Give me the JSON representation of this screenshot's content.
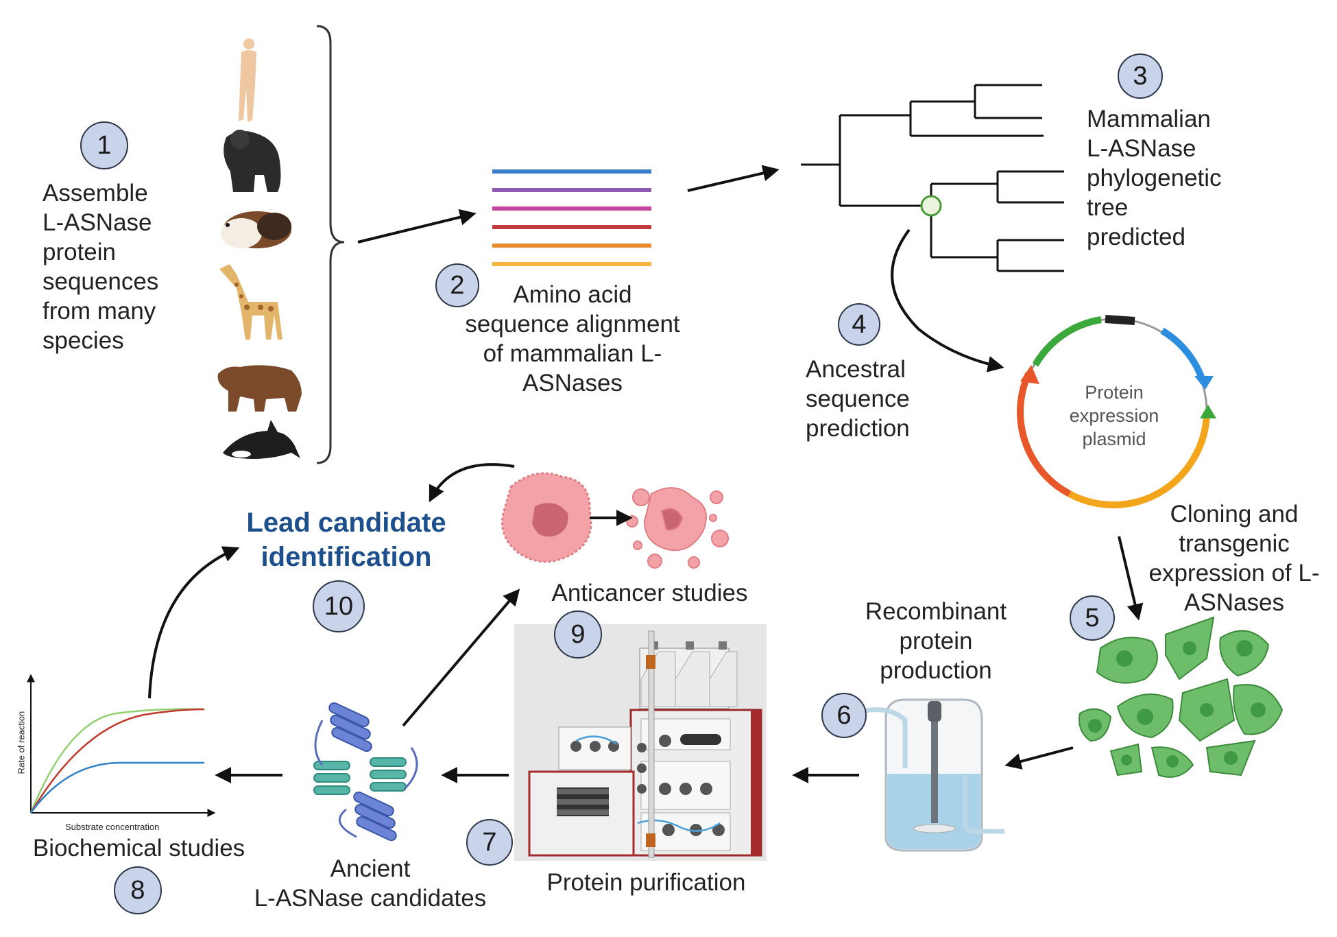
{
  "badges": [
    "1",
    "2",
    "3",
    "4",
    "5",
    "6",
    "7",
    "8",
    "9",
    "10"
  ],
  "labels": {
    "step1": "Assemble L-ASNase protein sequences from many species",
    "step2": "Amino acid sequence alignment of mammalian L-ASNases",
    "step3": "Mammalian L-ASNase phylogenetic tree predicted",
    "step4": "Ancestral sequence prediction",
    "step5": "Cloning and transgenic expression of L-ASNases",
    "step6": "Recombinant protein production",
    "step7": "Protein purification",
    "step8": "Biochemical studies",
    "ancient": "Ancient L-ASNase candidates",
    "step9": "Anticancer studies",
    "step10": "Lead candidate identification"
  },
  "step1_lines": [
    "Assemble",
    "L-ASNase",
    "protein",
    "sequences",
    "from many",
    "species"
  ],
  "step2_lines": [
    "Amino acid",
    "sequence alignment",
    "of mammalian L-",
    "ASNases"
  ],
  "step3_lines": [
    "Mammalian",
    "L-ASNase",
    "phylogenetic",
    "tree",
    "predicted"
  ],
  "step4_lines": [
    "Ancestral",
    "sequence",
    "prediction"
  ],
  "step5_lines": [
    "Cloning and",
    "transgenic",
    "expression of L-",
    "ASNases"
  ],
  "step6_lines": [
    "Recombinant",
    "protein",
    "production"
  ],
  "ancient_lines": [
    "Ancient",
    "L-ASNase candidates"
  ],
  "lead_lines": [
    "Lead candidate",
    "identification"
  ],
  "plasmid_lines": [
    "Protein",
    "expression",
    "plasmid"
  ],
  "kinetics_axes": {
    "xlabel": "Substrate concentration",
    "ylabel": "Rate of reaction"
  },
  "alignment_colors": [
    "#3a7dc9",
    "#8e5bb0",
    "#c2459b",
    "#c23b3b",
    "#e88a2e",
    "#f4b63c"
  ],
  "kinetics_colors": [
    "#8fcf6e",
    "#c0392b",
    "#2f80c9"
  ],
  "icons": [
    "human-silhouette-icon",
    "gorilla-icon",
    "guinea-pig-icon",
    "giraffe-icon",
    "bear-icon",
    "orca-icon",
    "plasmid-icon",
    "cells-icon",
    "bioreactor-icon",
    "chromatography-system-icon",
    "protein-structure-icon",
    "cancer-cell-icon",
    "cell-death-icon"
  ]
}
